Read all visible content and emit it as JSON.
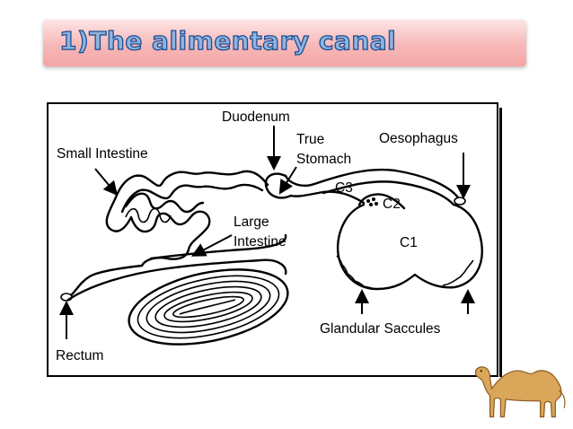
{
  "title": "1)The alimentary canal",
  "labels": {
    "duodenum": "Duodenum",
    "true_line1": "True",
    "true_line2": "Stomach",
    "oesophagus": "Oesophagus",
    "small_intestine": "Small Intestine",
    "c3": "C3",
    "c2": "C2",
    "c1": "C1",
    "large_line1": "Large",
    "large_line2": "Intestine",
    "glandular": "Glandular Saccules",
    "rectum": "Rectum"
  },
  "icons": {
    "camel": "camel-icon"
  }
}
